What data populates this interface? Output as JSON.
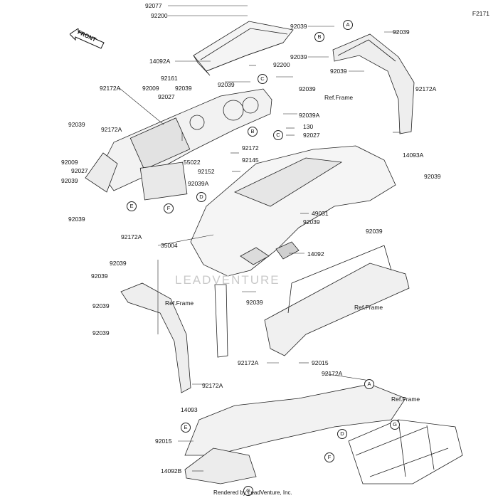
{
  "figure_id": "F2171",
  "credit": "Rendered by LeadVenture, Inc.",
  "watermark": "LEADVENTURE",
  "front_label": "FRONT",
  "labels": {
    "p92077": "92077",
    "p92200a": "92200",
    "p14092A": "14092A",
    "p92161": "92161",
    "p92200b": "92200",
    "p92039_tr1": "92039",
    "p92039_tr2": "92039",
    "p92039_tr3": "92039",
    "p92039_tr4": "92039",
    "p92172A_tl": "92172A",
    "p92009_t": "92009",
    "p92027_t": "92027",
    "p92039_t": "92039",
    "p92039_mid": "92039",
    "p92039_mid2": "92039",
    "p92039A_a": "92039A",
    "p130": "130",
    "p92027_m": "92027",
    "refframe_tr": "Ref.Frame",
    "p92172A_tr": "92172A",
    "p14093A": "14093A",
    "p92039_l1": "92039",
    "p92172A_l": "92172A",
    "p92009_l": "92009",
    "p92027_l": "92027",
    "p92039_l2": "92039",
    "p92172": "92172",
    "p92145": "92145",
    "p55022": "55022",
    "p92152": "92152",
    "p92039A_b": "92039A",
    "p92039_r": "92039",
    "p92039_l3": "92039",
    "p92172A_l2": "92172A",
    "p49031": "49031",
    "p92039_c": "92039",
    "p92039_rr": "92039",
    "p35004": "35004",
    "p14092": "14092",
    "p92039_ll1": "92039",
    "p92039_ll2": "92039",
    "p92039_ll3": "92039",
    "p92039_ll4": "92039",
    "p92039_cc": "92039",
    "refframe_l": "Ref.Frame",
    "refframe_r": "Ref.Frame",
    "p92172A_b1": "92172A",
    "p92015_b": "92015",
    "p92172A_b2": "92172A",
    "p92172A_b3": "92172A",
    "p14093": "14093",
    "refframe_br": "Ref.Frame",
    "p92015_bl": "92015",
    "p14092B": "14092B"
  },
  "callouts": {
    "A1": "A",
    "B1": "B",
    "C1": "C",
    "B2": "B",
    "C2": "C",
    "D1": "D",
    "E1": "E",
    "F1": "F",
    "A2": "A",
    "E2": "E",
    "D2": "D",
    "G1": "G",
    "F2": "F",
    "G2": "G"
  }
}
